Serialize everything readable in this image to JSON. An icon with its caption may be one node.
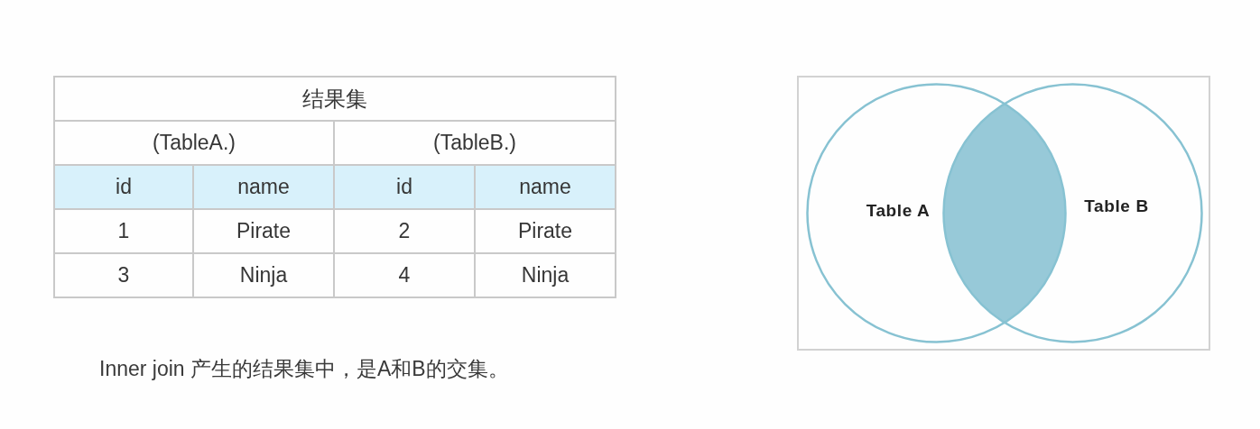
{
  "diagram": {
    "caption": "Inner join 产生的结果集中，是A和B的交集。",
    "nodes": [
      {
        "text": [
          "Table A"
        ]
      },
      {
        "text": [
          "Table B"
        ]
      },
      {
        "text": [],
        "shape": "lens"
      }
    ],
    "labels": [
      "结果集",
      "(TableA.)",
      "(TableB.)",
      "id",
      "name",
      "id",
      "name",
      "1",
      "Pirate",
      "2",
      "Pirate",
      "3",
      "Ninja",
      "4",
      "Ninja"
    ]
  }
}
